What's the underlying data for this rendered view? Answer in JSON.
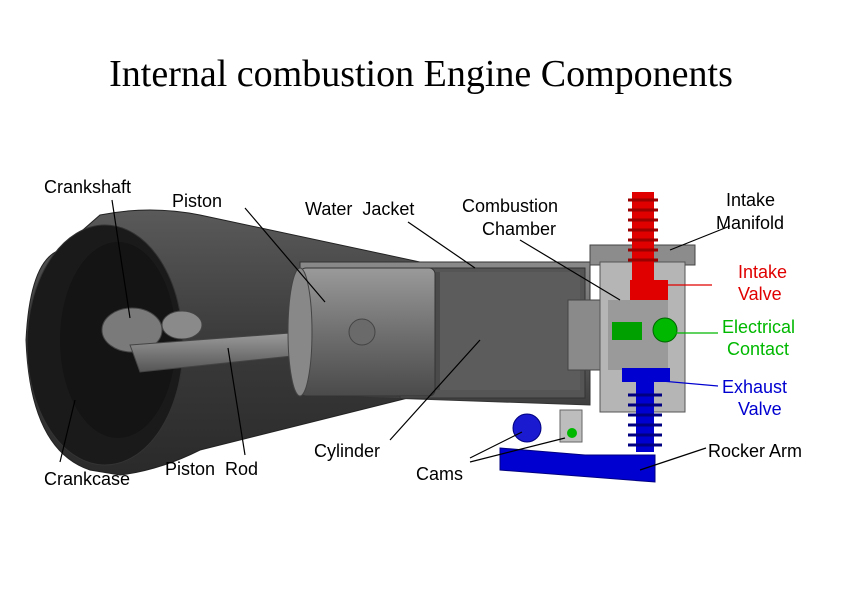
{
  "title": "Internal combustion Engine Components",
  "labels": {
    "crankshaft": "Crankshaft",
    "piston": "Piston",
    "water_jacket": "Water  Jacket",
    "combustion_chamber_1": "Combustion",
    "combustion_chamber_2": "Chamber",
    "intake_manifold_1": "Intake",
    "intake_manifold_2": "Manifold",
    "intake_valve_1": "Intake",
    "intake_valve_2": "Valve",
    "electrical_contact_1": "Electrical",
    "electrical_contact_2": "Contact",
    "exhaust_valve_1": "Exhaust",
    "exhaust_valve_2": "Valve",
    "rocker_arm": "Rocker Arm",
    "cams": "Cams",
    "cylinder": "Cylinder",
    "piston_rod": "Piston  Rod",
    "crankcase": "Crankcase"
  },
  "colors": {
    "intake": "#e00000",
    "electrical": "#00b800",
    "exhaust": "#0000d0",
    "label": "#000000"
  }
}
